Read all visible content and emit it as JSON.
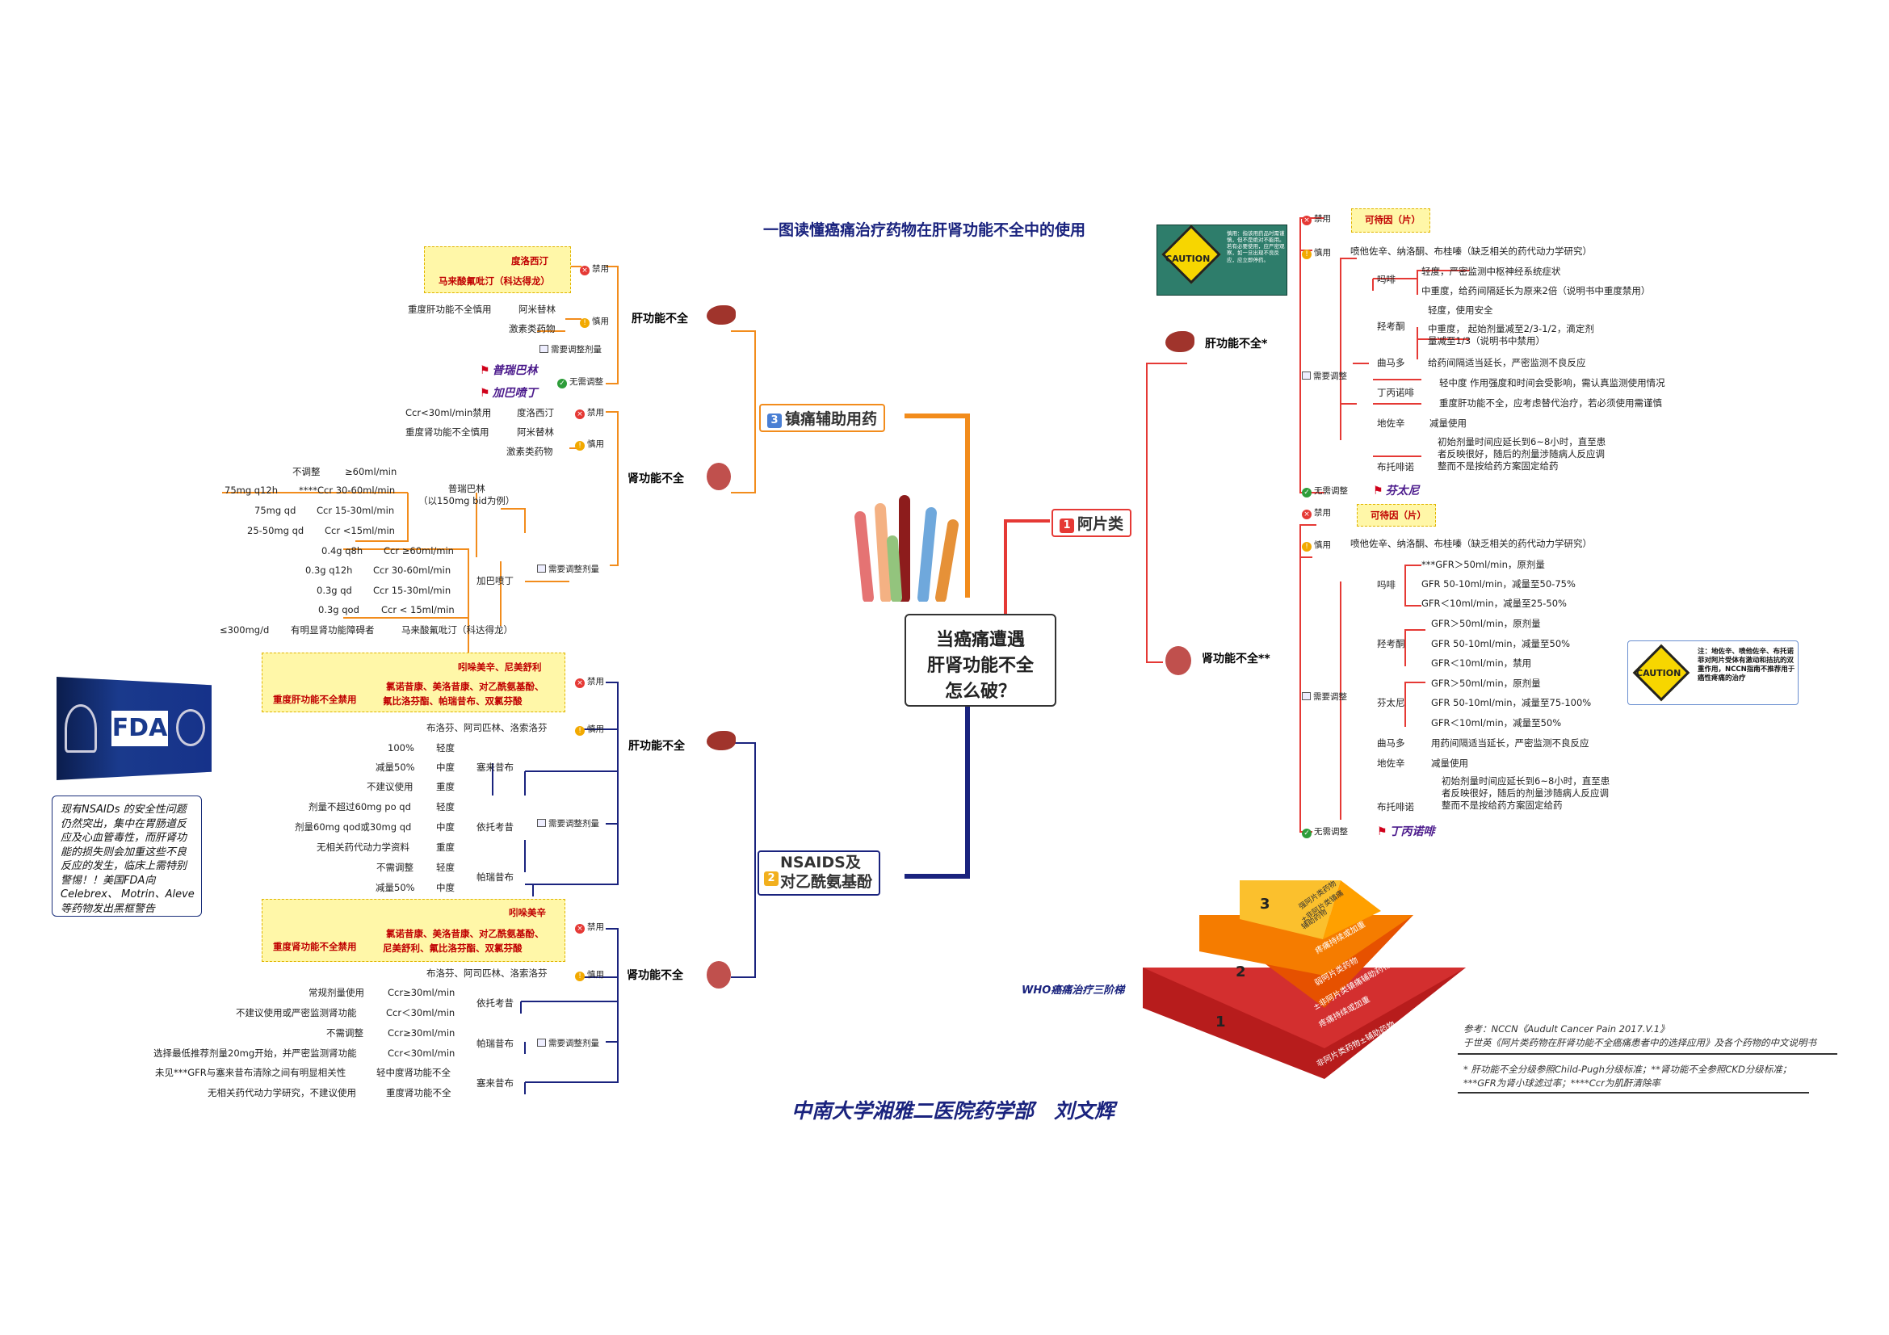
{
  "title": "一图读懂癌痛治疗药物在肝肾功能不全中的使用",
  "center": {
    "line1": "当癌痛遭遇",
    "line2": "肝肾功能不全",
    "line3": "怎么破？"
  },
  "author": "中南大学湘雅二医院药学部　刘文辉",
  "caution_word": "CAUTION",
  "caution_top_text": "慎用：指该用药品时需谨慎，但不是绝对不能用。若有必要使用，应严密观察，如一旦出现不良反应，应立即停药。",
  "caution_right_text": "注：地佐辛、喷他佐辛、布托诺菲对阿片受体有激动和拮抗的双重作用，NCCN指南不推荐用于癌性疼痛的治疗",
  "fda_logo": "FDA",
  "fda_note": "现有NSAIDs 的安全性问题\n仍然突出，集中在胃肠道反\n应及心血管毒性，而肝肾功\n能的损失则会加重这些不良\n反应的发生，临床上需特别\n警惕！！美国FDA向\nCelebrex、 Motrin、Aleve\n等药物发出黑框警告",
  "who_label": "WHO癌痛治疗三阶梯",
  "ladder": {
    "n1": "1",
    "n2": "2",
    "n3": "3",
    "s3a": "强阿片类药物",
    "s3b": "±非阿片类镇痛",
    "s3c": "辅助药物",
    "s2a": "疼痛持续或加重",
    "s2b": "弱阿片类药物",
    "s2c": "±非阿片类镇痛辅助药物",
    "s1a": "疼痛持续或加重",
    "s1b": "非阿片类药物±辅助药物"
  },
  "refs": {
    "r1": "参考：NCCN《Audult Cancer Pain 2017.V.1》",
    "r2": "于世英《阿片类药物在肝肾功能不全癌痛患者中的选择应用》及各个药物的中文说明书",
    "r3": "* 肝功能不全分级参照Child-Pugh分级标准；**肾功能不全参照CKD分级标准；",
    "r4": "***GFR为肾小球滤过率；****Ccr为肌酐清除率"
  },
  "branches": {
    "b1": "阿片类",
    "b2": "NSAIDS及\n对乙酰氨基酚",
    "b3": "镇痛辅助用药",
    "n1": "1",
    "n2": "2",
    "n3": "3"
  },
  "labels": {
    "jinyong": "禁用",
    "shenyong": "慎用",
    "xutiao": "需要调整剂量",
    "xutiao2": "需要调整",
    "wuxu": "无需调整",
    "gan": "肝功能不全",
    "shen": "肾功能不全",
    "gan_star": "肝功能不全*",
    "shen_star": "肾功能不全**"
  },
  "opioid_liver": {
    "forbid": "可待因（片）",
    "caution": "喷他佐辛、纳洛酮、布桂嗪（缺乏相关的药代动力学研究）",
    "rows": [
      [
        "吗啡",
        "轻度，严密监测中枢神经系统症状"
      ],
      [
        "",
        "中重度，给药间隔延长为原来2倍（说明书中重度禁用）"
      ],
      [
        "羟考酮",
        "轻度，使用安全"
      ],
      [
        "",
        "中重度， 起始剂量减至2/3-1/2，滴定剂\n量减至1/3（说明书中禁用）"
      ],
      [
        "曲马多",
        "给药间隔适当延长，严密监测不良反应"
      ],
      [
        "丁丙诺啡",
        "轻中度 作用强度和时间会受影响，需认真监测使用情况"
      ],
      [
        "",
        "重度肝功能不全，应考虑替代治疗，若必须使用需谨慎"
      ],
      [
        "地佐辛",
        "减量使用"
      ],
      [
        "布托啡诺",
        "初始剂量时间应延长到6~8小时，直至患\n者反映很好，随后的剂量涉随病人反应调\n整而不是按给药方案固定给药"
      ]
    ],
    "none": "芬太尼"
  },
  "opioid_kidney": {
    "forbid": "可待因（片）",
    "caution": "喷他佐辛、纳洛酮、布桂嗪（缺乏相关的药代动力学研究）",
    "rows": [
      [
        "",
        "***GFR＞50ml/min，原剂量"
      ],
      [
        "吗啡",
        "GFR 50-10ml/min，减量至50-75%"
      ],
      [
        "",
        "GFR＜10ml/min，减量至25-50%"
      ],
      [
        "",
        "GFR＞50ml/min，原剂量"
      ],
      [
        "羟考酮",
        "GFR 50-10ml/min，减量至50%"
      ],
      [
        "",
        "GFR＜10ml/min，禁用"
      ],
      [
        "",
        "GFR＞50ml/min，原剂量"
      ],
      [
        "芬太尼",
        "GFR 50-10ml/min，减量至75-100%"
      ],
      [
        "",
        "GFR＜10ml/min，减量至50%"
      ],
      [
        "曲马多",
        "用药间隔适当延长，严密监测不良反应"
      ],
      [
        "地佐辛",
        "减量使用"
      ],
      [
        "布托啡诺",
        "初始剂量时间应延长到6~8小时，直至患\n者反映很好，随后的剂量涉随病人反应调\n整而不是按给药方案固定给药"
      ]
    ],
    "none": "丁丙诺啡"
  },
  "adj_liver": {
    "forbid1": "度洛西汀",
    "forbid2": "马来酸氟吡汀（科达得龙）",
    "c1a": "重度肝功能不全慎用",
    "c1b": "阿米替林",
    "c2": "激素类药物",
    "none1": "普瑞巴林",
    "none2": "加巴喷丁"
  },
  "adj_kidney": {
    "f1a": "Ccr<30ml/min禁用",
    "f1b": "度洛西汀",
    "c1a": "重度肾功能不全慎用",
    "c1b": "阿米替林",
    "c2": "激素类药物",
    "pre_name": "普瑞巴林\n（以150mg bid为例）",
    "pre": [
      [
        "不调整",
        "≥60ml/min"
      ],
      [
        "75mg q12h",
        "****Ccr 30-60ml/min"
      ],
      [
        "75mg qd",
        "Ccr 15-30ml/min"
      ],
      [
        "25-50mg qd",
        "Ccr <15ml/min"
      ]
    ],
    "gab_name": "加巴喷丁",
    "gab": [
      [
        "0.4g q8h",
        "Ccr ≥60ml/min"
      ],
      [
        "0.3g q12h",
        "Ccr  30-60ml/min"
      ],
      [
        "0.3g qd",
        "Ccr  15-30ml/min"
      ],
      [
        "0.3g qod",
        "Ccr  < 15ml/min"
      ]
    ],
    "flu": [
      "≤300mg/d",
      "有明显肾功能障碍者",
      "马来酸氟吡汀（科达得龙）"
    ]
  },
  "nsaid_liver": {
    "f_title": "吲哚美辛、尼美舒利",
    "f_sub": "重度肝功能不全禁用",
    "f_l1": "氯诺昔康、美洛昔康、对乙酰氨基酚、",
    "f_l2": "氟比洛芬酯、帕瑞昔布、双氯芬酸",
    "caution": "布洛芬、阿司匹林、洛索洛芬",
    "cele": "塞来昔布",
    "cele_rows": [
      [
        "100%",
        "轻度"
      ],
      [
        "减量50%",
        "中度"
      ],
      [
        "不建议使用",
        "重度"
      ]
    ],
    "etor": "依托考昔",
    "etor_rows": [
      [
        "剂量不超过60mg po qd",
        "轻度"
      ],
      [
        "剂量60mg qod或30mg qd",
        "中度"
      ],
      [
        "无相关药代动力学资料",
        "重度"
      ]
    ],
    "pare": "帕瑞昔布",
    "pare_rows": [
      [
        "不需调整",
        "轻度"
      ],
      [
        "减量50%",
        "中度"
      ]
    ]
  },
  "nsaid_kidney": {
    "f_title": "吲哚美辛",
    "f_sub": "重度肾功能不全禁用",
    "f_l1": "氯诺昔康、美洛昔康、对乙酰氨基酚、",
    "f_l2": "尼美舒利、氟比洛芬酯、双氯芬酸",
    "caution": "布洛芬、阿司匹林、洛索洛芬",
    "etor": "依托考昔",
    "etor_rows": [
      [
        "常规剂量使用",
        "Ccr≥30ml/min"
      ],
      [
        "不建议使用或严密监测肾功能",
        "Ccr＜30ml/min"
      ]
    ],
    "pare": "帕瑞昔布",
    "pare_rows": [
      [
        "不需调整",
        "Ccr≥30ml/min"
      ],
      [
        "选择最低推荐剂量20mg开始，并严密监测肾功能",
        "Ccr<30ml/min"
      ]
    ],
    "cele": "塞来昔布",
    "cele_rows": [
      [
        "未见***GFR与塞来昔布清除之间有明显相关性",
        "轻中度肾功能不全"
      ],
      [
        "无相关药代动力学研究，不建议使用",
        "重度肾功能不全"
      ]
    ]
  },
  "colors": {
    "opioid": "#e53935",
    "nsaid": "#1a237e",
    "adj": "#f28c1c",
    "title": "#1a237e"
  }
}
